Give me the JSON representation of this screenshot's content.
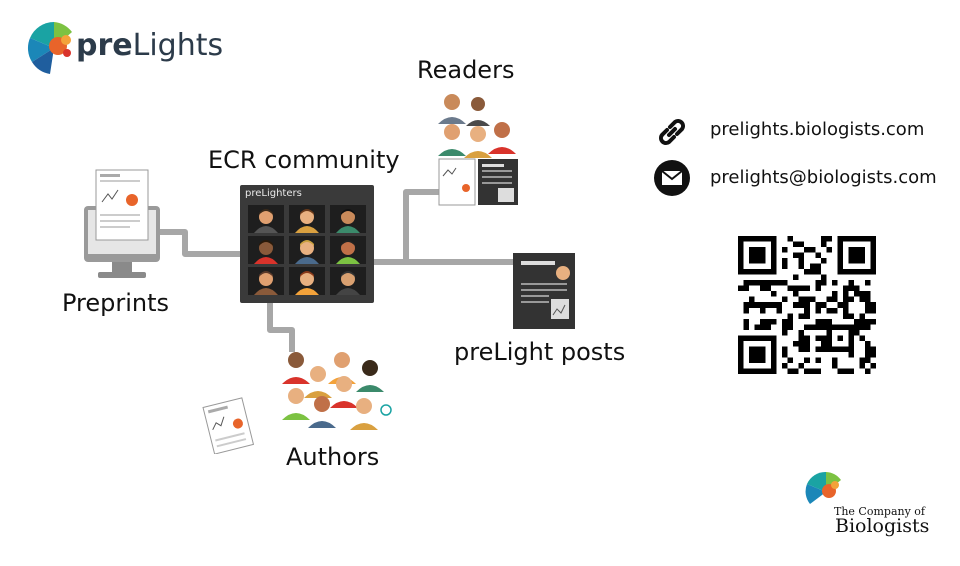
{
  "brand": {
    "logo_pre": "pre",
    "logo_lights": "Lights"
  },
  "diagram": {
    "readers": "Readers",
    "ecr": "ECR community",
    "panel_title": "preLighters",
    "preprints": "Preprints",
    "posts": "preLight posts",
    "authors": "Authors"
  },
  "contact": {
    "website": "prelights.biologists.com",
    "email": "prelights@biologists.com"
  },
  "publisher": {
    "line1": "The Company of",
    "line2": "Biologists"
  },
  "colors": {
    "connector": "#a7a7a7",
    "panel": "#3a3a3a",
    "logo_teal": "#1aa3a3",
    "logo_orange": "#e8642a"
  }
}
